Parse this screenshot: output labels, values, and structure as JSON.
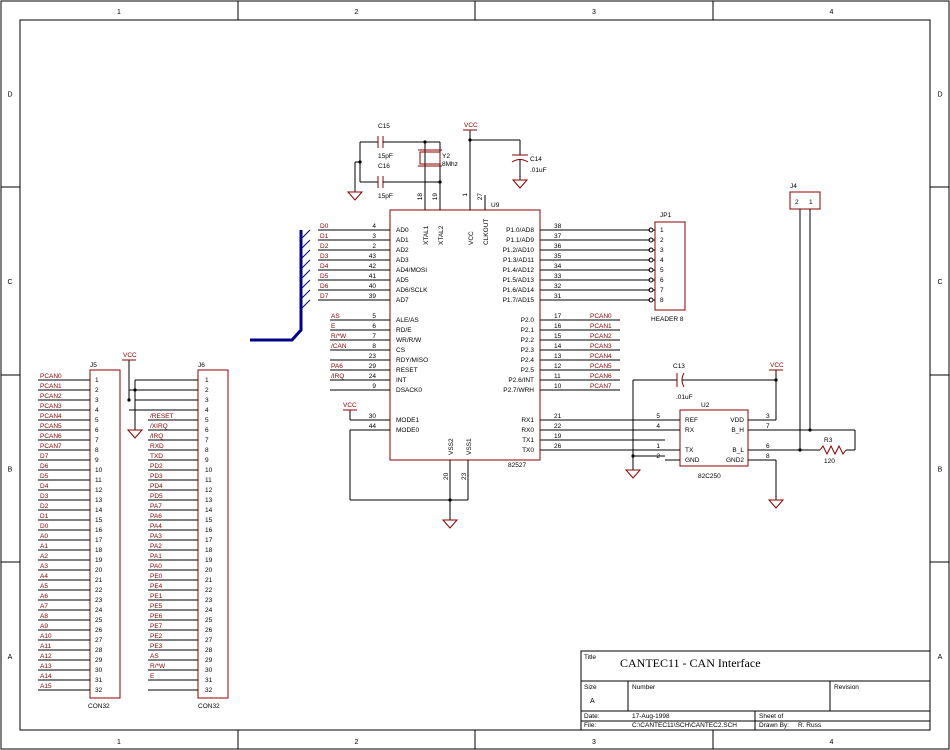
{
  "frame": {
    "cols": [
      "1",
      "2",
      "3",
      "4"
    ],
    "rows": [
      "D",
      "C",
      "B",
      "A"
    ]
  },
  "title_block": {
    "title_caption": "Title",
    "title": "CANTEC11 - CAN Interface",
    "size_caption": "Size",
    "size": "A",
    "number_caption": "Number",
    "revision_caption": "Revision",
    "date_caption": "Date:",
    "date": "17-Aug-1998",
    "sheet_caption": "Sheet   of",
    "file_caption": "File:",
    "file": "C:\\CANTEC11\\SCH\\CANTEC2.SCH",
    "drawn_caption": "Drawn By:",
    "drawn": "R. Russ"
  },
  "u9": {
    "ref": "U9",
    "part": "82527",
    "left_pins": [
      {
        "net": "D0",
        "num": "4",
        "name": "AD0"
      },
      {
        "net": "D1",
        "num": "3",
        "name": "AD1"
      },
      {
        "net": "D2",
        "num": "2",
        "name": "AD2"
      },
      {
        "net": "D3",
        "num": "43",
        "name": "AD3"
      },
      {
        "net": "D4",
        "num": "42",
        "name": "AD4/MOSI"
      },
      {
        "net": "D5",
        "num": "41",
        "name": "AD5"
      },
      {
        "net": "D6",
        "num": "40",
        "name": "AD6/SCLK"
      },
      {
        "net": "D7",
        "num": "39",
        "name": "AD7"
      },
      {
        "net": "AS",
        "num": "5",
        "name": "ALE/AS"
      },
      {
        "net": "E",
        "num": "6",
        "name": "RD/E"
      },
      {
        "net": "R/*W",
        "num": "7",
        "name": "WR/R/W"
      },
      {
        "net": "/CAN",
        "num": "8",
        "name": "CS"
      },
      {
        "net": "",
        "num": "23",
        "name": "RDY/MISO"
      },
      {
        "net": "PA6",
        "num": "29",
        "name": "RESET"
      },
      {
        "net": "/IRQ",
        "num": "24",
        "name": "INT"
      },
      {
        "net": "",
        "num": "9",
        "name": "DSACK0"
      },
      {
        "net": "",
        "num": "30",
        "name": "MODE1"
      },
      {
        "net": "",
        "num": "44",
        "name": "MODE0"
      }
    ],
    "right_pins": [
      {
        "name": "P1.0/AD8",
        "num": "38",
        "net": ""
      },
      {
        "name": "P1.1/AD9",
        "num": "37",
        "net": ""
      },
      {
        "name": "P1.2/AD10",
        "num": "36",
        "net": ""
      },
      {
        "name": "P1.3/AD11",
        "num": "35",
        "net": ""
      },
      {
        "name": "P1.4/AD12",
        "num": "34",
        "net": ""
      },
      {
        "name": "P1.5/AD13",
        "num": "33",
        "net": ""
      },
      {
        "name": "P1.6/AD14",
        "num": "32",
        "net": ""
      },
      {
        "name": "P1.7/AD15",
        "num": "31",
        "net": ""
      },
      {
        "name": "P2.0",
        "num": "17",
        "net": "PCAN0"
      },
      {
        "name": "P2.1",
        "num": "16",
        "net": "PCAN1"
      },
      {
        "name": "P2.2",
        "num": "15",
        "net": "PCAN2"
      },
      {
        "name": "P2.3",
        "num": "14",
        "net": "PCAN3"
      },
      {
        "name": "P2.4",
        "num": "13",
        "net": "PCAN4"
      },
      {
        "name": "P2.5",
        "num": "12",
        "net": "PCAN5"
      },
      {
        "name": "P2.6/INT",
        "num": "11",
        "net": "PCAN6"
      },
      {
        "name": "P2.7/WRH",
        "num": "10",
        "net": "PCAN7"
      },
      {
        "name": "RX1",
        "num": "21",
        "net": ""
      },
      {
        "name": "RX0",
        "num": "22",
        "net": ""
      },
      {
        "name": "TX1",
        "num": "19",
        "net": ""
      },
      {
        "name": "TX0",
        "num": "26",
        "net": ""
      }
    ],
    "top_pins": [
      {
        "name": "XTAL1",
        "num": "18"
      },
      {
        "name": "XTAL2",
        "num": "19"
      },
      {
        "name": "VCC",
        "num": "1"
      },
      {
        "name": "CLKOUT",
        "num": "27"
      }
    ],
    "bottom_pins": [
      {
        "name": "VSS2",
        "num": "20"
      },
      {
        "name": "VSS1",
        "num": "23"
      }
    ]
  },
  "caps": {
    "c15": {
      "ref": "C15",
      "value": "15pF"
    },
    "c16": {
      "ref": "C16",
      "value": "15pF"
    },
    "c14": {
      "ref": "C14",
      "value": ".01uF"
    },
    "c13": {
      "ref": "C13",
      "value": ".01uF"
    }
  },
  "crystal": {
    "ref": "Y2",
    "value": "8Mhz"
  },
  "vcc": "VCC",
  "jp1": {
    "ref": "JP1",
    "part": "HEADER 8",
    "pins": [
      "1",
      "2",
      "3",
      "4",
      "5",
      "6",
      "7",
      "8"
    ]
  },
  "j4": {
    "ref": "J4",
    "pins": [
      "2",
      "1"
    ]
  },
  "u2": {
    "ref": "U2",
    "part": "82C250",
    "left": [
      {
        "num": "5",
        "name": "REF"
      },
      {
        "num": "4",
        "name": "RX"
      },
      {
        "num": "1",
        "name": "TX"
      },
      {
        "num": "2",
        "name": "GND"
      }
    ],
    "right": [
      {
        "num": "3",
        "name": "VDD"
      },
      {
        "num": "7",
        "name": "B_H"
      },
      {
        "num": "6",
        "name": "B_L"
      },
      {
        "num": "8",
        "name": "GND2"
      }
    ]
  },
  "r3": {
    "ref": "R3",
    "value": "120"
  },
  "j5": {
    "ref": "J5",
    "part": "CON32",
    "nets": [
      "PCAN0",
      "PCAN1",
      "PCAN2",
      "PCAN3",
      "PCAN4",
      "PCAN5",
      "PCAN6",
      "PCAN7",
      "D7",
      "D6",
      "D5",
      "D4",
      "D3",
      "D2",
      "D1",
      "D0",
      "A0",
      "A1",
      "A2",
      "A3",
      "A4",
      "A5",
      "A6",
      "A7",
      "A8",
      "A9",
      "A10",
      "A11",
      "A12",
      "A13",
      "A14",
      "A15"
    ]
  },
  "j6": {
    "ref": "J6",
    "part": "CON32",
    "nets": [
      "",
      "",
      "",
      "",
      "/RESET",
      "/XIRQ",
      "/IRQ",
      "RXD",
      "TXD",
      "PD2",
      "PD3",
      "PD4",
      "PD5",
      "PA7",
      "PA6",
      "PA4",
      "PA3",
      "PA2",
      "PA1",
      "PA0",
      "PE0",
      "PE4",
      "PE1",
      "PE5",
      "PE6",
      "PE7",
      "PE2",
      "PE3",
      "AS",
      "R/*W",
      "E",
      ""
    ]
  },
  "colors": {
    "component": "#8b0000",
    "wire": "#000000",
    "bus": "#00008b"
  }
}
